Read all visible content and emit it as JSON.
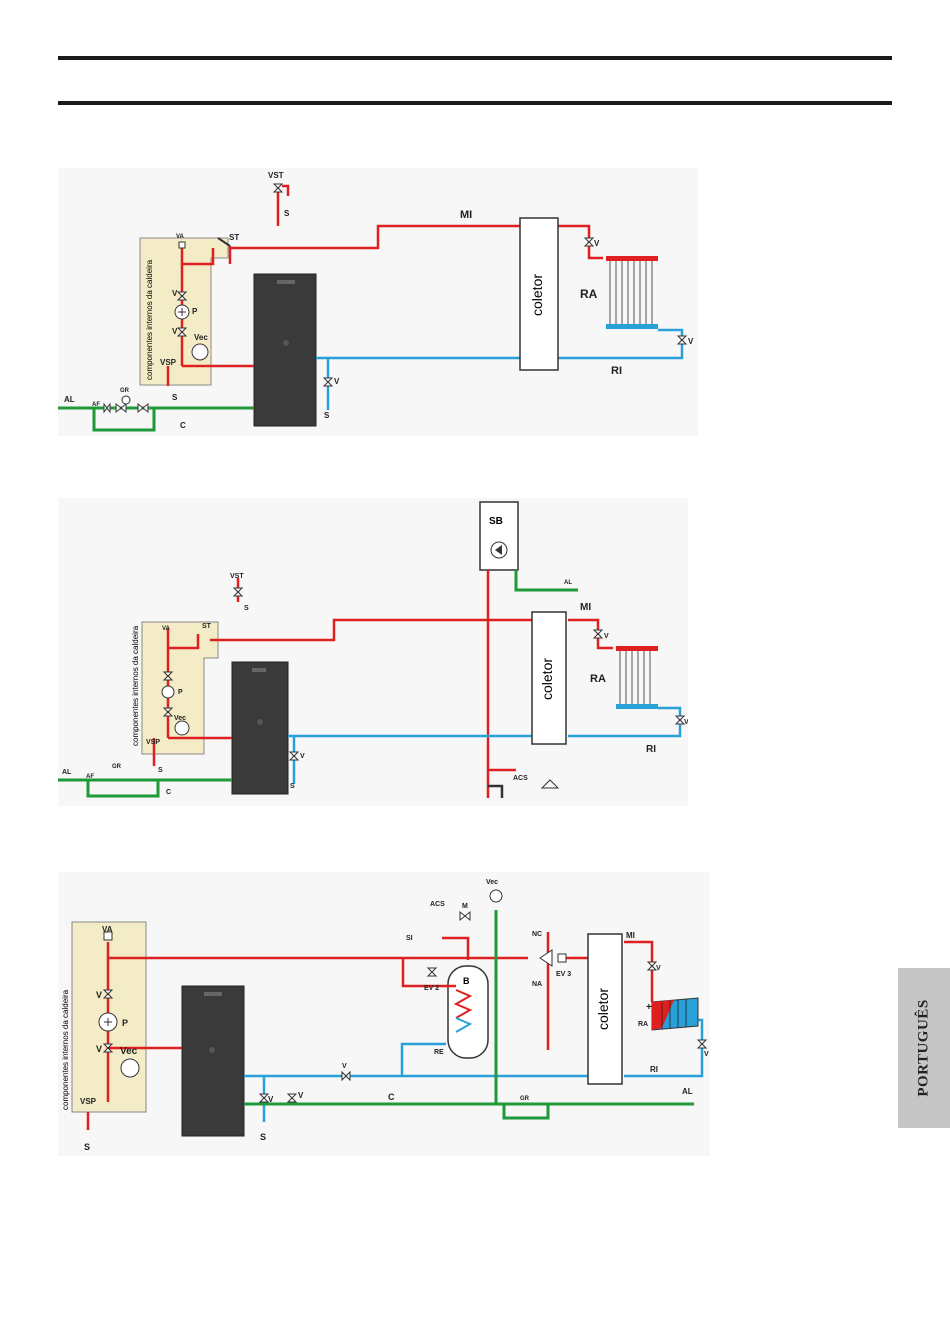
{
  "labels": {
    "internal": "componentes internos da caldeira",
    "collector": "coletor",
    "mi": "MI",
    "ri": "RI",
    "ra": "RA",
    "al": "AL",
    "af": "AF",
    "gr": "GR",
    "c": "C",
    "s": "S",
    "v": "V",
    "vst": "VST",
    "st": "ST",
    "va": "VA",
    "p": "P",
    "vec": "Vec",
    "vsp": "VSP",
    "sb": "SB",
    "acs": "ACS",
    "si": "SI",
    "m": "M",
    "ev2": "EV 2",
    "ev3": "EV 3",
    "b": "B",
    "re": "RE",
    "nc": "NC",
    "na": "NA",
    "plus": "+"
  },
  "side_tab": {
    "label": "PORTUGUÊS"
  },
  "colors": {
    "flow": "#e02020",
    "return": "#2aa0d8",
    "supply": "#1f9a3a",
    "boiler": "#3a3a3a",
    "panel": "#f3ecc6"
  }
}
